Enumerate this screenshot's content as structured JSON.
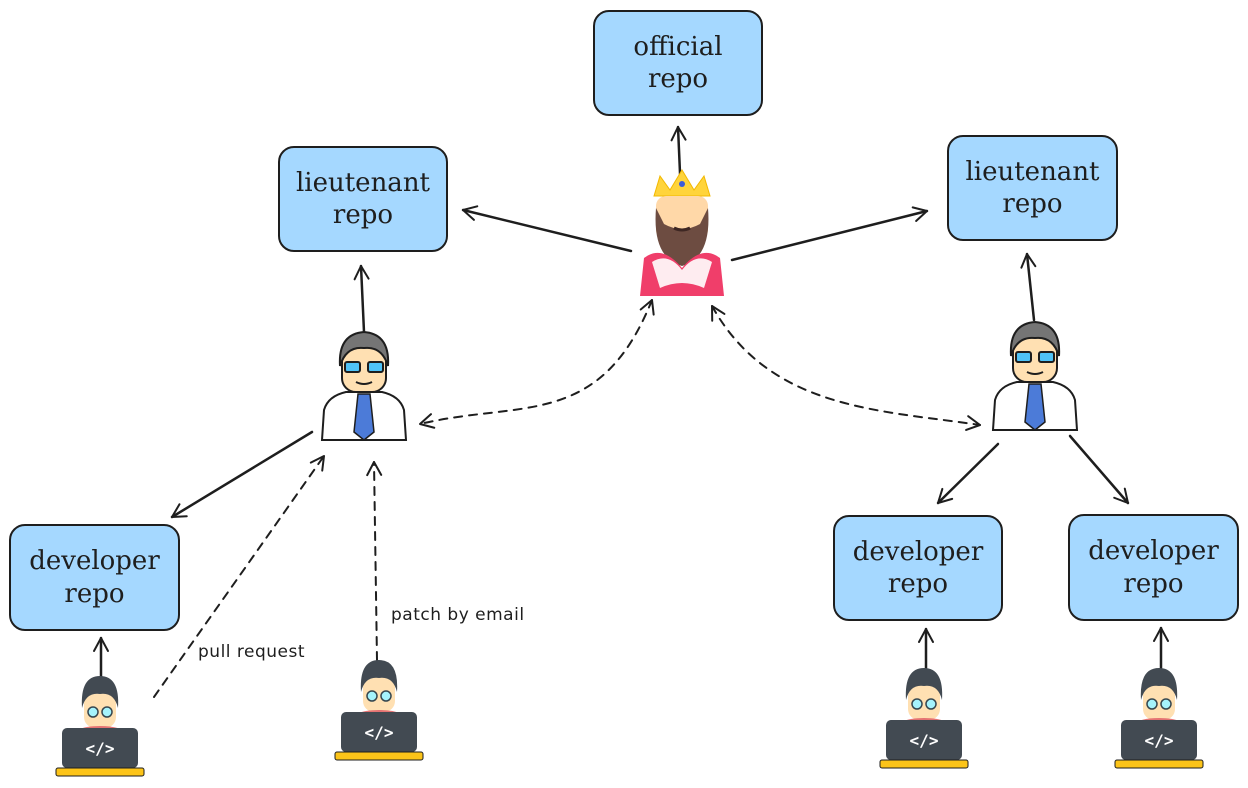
{
  "nodes": {
    "official_repo": "official repo",
    "lieutenant_repo_left": "lieutenant\nrepo",
    "lieutenant_repo_right": "lieutenant\nrepo",
    "developer_repo_left": "developer\nrepo",
    "developer_repo_mid": "developer\nrepo",
    "developer_repo_right": "developer\nrepo"
  },
  "labels": {
    "pull_request": "pull request",
    "patch_by_email": "patch by email"
  },
  "icons": {
    "dictator": "king-icon",
    "lieutenant": "manager-icon",
    "developer": "developer-laptop-icon"
  },
  "colors": {
    "box_fill": "#a5d8ff",
    "stroke": "#1e1e1e"
  }
}
